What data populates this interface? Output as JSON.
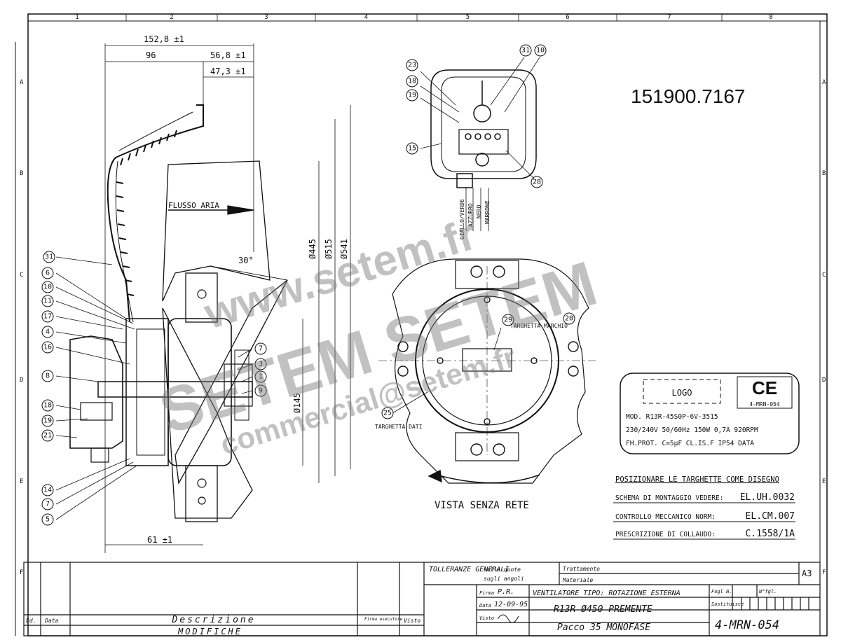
{
  "drawing_number_top": "151900.7167",
  "grid": {
    "columns": [
      "1",
      "2",
      "3",
      "4",
      "5",
      "6",
      "7",
      "8"
    ],
    "rows": [
      "A",
      "B",
      "C",
      "D",
      "E",
      "F"
    ]
  },
  "dimensions": {
    "d_152_8": "152,8 ±1",
    "d_96": "96",
    "d_56_8": "56,8 ±1",
    "d_47_3": "47,3 ±1",
    "d_445": "Ø445",
    "d_515": "Ø515",
    "d_541": "Ø541",
    "d_145": "Ø145",
    "d_61": "61 ±1",
    "angle": "30°"
  },
  "airflow_label": "FLUSSO ARIA",
  "left_callouts": [
    "31",
    "6",
    "10",
    "11",
    "17",
    "4",
    "16",
    "8",
    "18",
    "19",
    "21",
    "14",
    "7",
    "5"
  ],
  "right_callouts": [
    "7",
    "3",
    "1",
    "9"
  ],
  "terminal_callouts": [
    "23",
    "18",
    "19",
    "15",
    "31",
    "10",
    "28"
  ],
  "wires": [
    "GIALLO/VERDE",
    "AZZURRO",
    "NERO",
    "MARRONE"
  ],
  "front_view": {
    "callouts": [
      "29",
      "25",
      "20"
    ],
    "label_29": "TARGHETTA MARCHIO",
    "label_25": "TARGHETTA DATI",
    "caption": "VISTA SENZA RETE"
  },
  "nameplate": {
    "logo": "LOGO",
    "ce": "CE",
    "ce_code": "4-MRN-054",
    "line1": "MOD. R13R-45S0P-6V-3515",
    "line2": "230/240V 50/60Hz 150W 0,7A 920RPM",
    "line3": "FH.PROT. C=5µF CL.IS.F IP54 DATA"
  },
  "notes": {
    "heading": "POSIZIONARE LE TARGHETTE COME DISEGNO",
    "r1_label": "SCHEMA DI MONTAGGIO VEDERE:",
    "r1_value": "EL.UH.0032",
    "r2_label": "CONTROLLO MECCANICO NORM:",
    "r2_value": "EL.CM.007",
    "r3_label": "PRESCRIZIONE DI COLLAUDO:",
    "r3_value": "C.1558/1A"
  },
  "title_block": {
    "tolerances": "TOLLERANZE GENERALI",
    "tol_quote": "sulle quote",
    "tol_angoli": "sugli angoli",
    "trattamento": "Trattamento",
    "materiale": "Materiale",
    "format": "A3",
    "firma": "Firma",
    "firma_val": "P.R.",
    "data": "Data",
    "data_val": "12-09-95",
    "visto": "Visto",
    "title1": "VENTILATORE TIPO: ROTAZIONE ESTERNA",
    "title2": "R13R Ø450 PREMENTE",
    "title3": "Pacco 35 MONOFASE",
    "foglio": "Fogl N.",
    "n_fogli": "N°fgl.",
    "sostituisce": "Sostituisce",
    "drawing_code": "4-MRN-054",
    "ed": "Ed.",
    "data_col": "Data",
    "descrizione": "Descrizione",
    "firma_esecutore": "Firma esecutore",
    "visto_col": "Visto",
    "modifiche": "MODIFICHE"
  },
  "watermark": {
    "w1": "www.setem.fr",
    "w2": "SETEM SETEM",
    "w3": "commercial@setem.fr"
  }
}
